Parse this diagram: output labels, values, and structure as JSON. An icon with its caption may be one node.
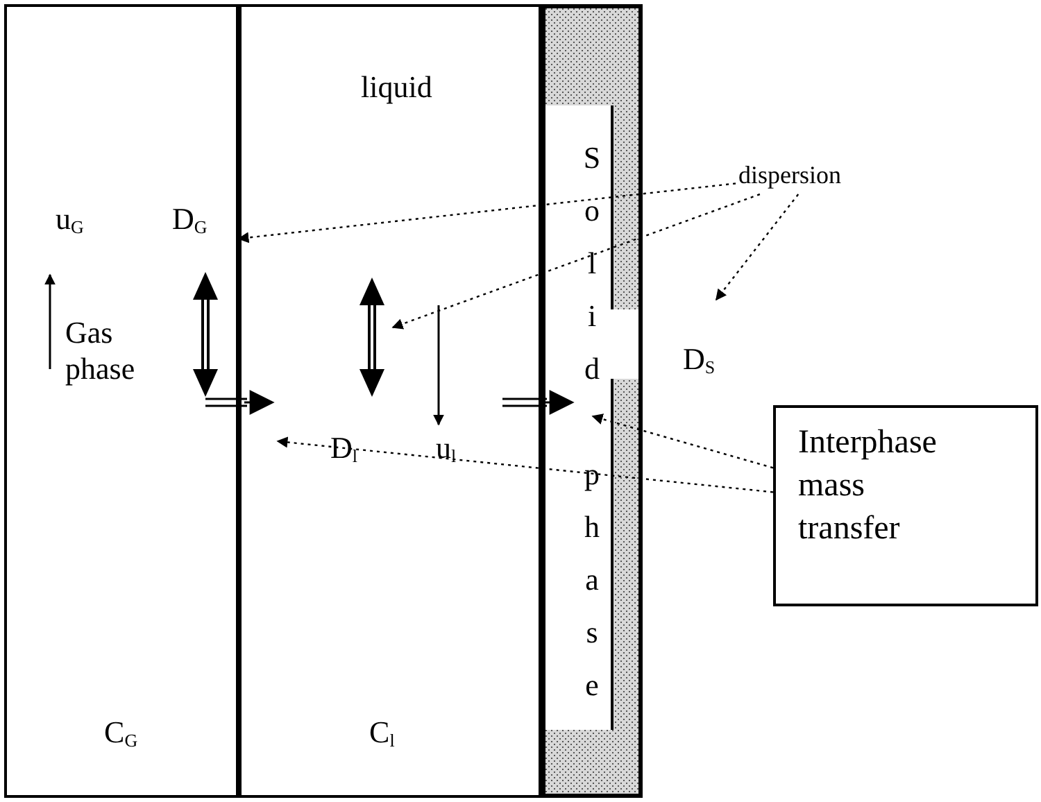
{
  "diagram": {
    "nodes": [
      {
        "text": [
          "u$_{G}$",
          "D$_{G}$",
          "Gas phase",
          "C$_{G}$"
        ]
      },
      {
        "text": [
          "liquid",
          "D$_{l}$",
          "u$_{l}$",
          "C$_{l}$"
        ]
      },
      {
        "text": [
          "Solid phase"
        ],
        "beside": [
          "D$_{S}$"
        ]
      },
      {
        "text": [
          "dispersion"
        ]
      },
      {
        "text": [
          "Interphase mass transfer"
        ]
      }
    ],
    "edges": [
      {
        "from": 3,
        "to": 0,
        "arrow": "to",
        "style": "dashed"
      },
      {
        "from": 3,
        "to": 1,
        "arrow": "to",
        "style": "dashed"
      },
      {
        "from": 3,
        "to": null,
        "arrow": "to",
        "style": "dashed"
      },
      {
        "from": 4,
        "to": 1,
        "arrow": "to",
        "style": "dashed"
      },
      {
        "from": 4,
        "to": 2,
        "arrow": "to",
        "style": "dashed"
      },
      {
        "from": 0,
        "to": 1,
        "arrow": "to"
      },
      {
        "from": 1,
        "to": 2,
        "arrow": "to"
      }
    ]
  }
}
